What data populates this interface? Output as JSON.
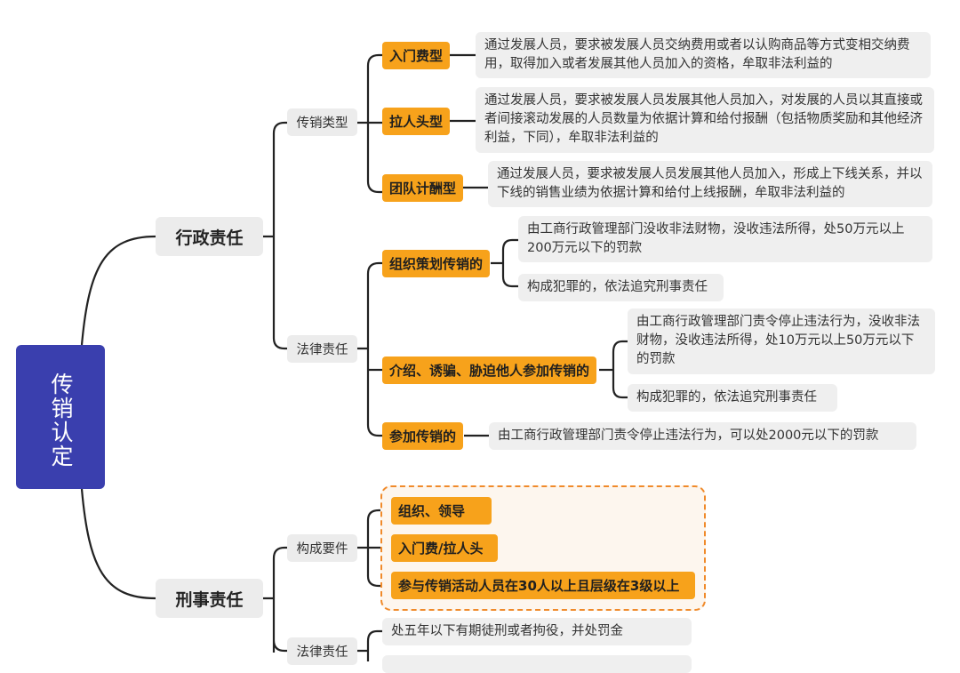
{
  "root": {
    "label": "传销认定"
  },
  "admin": {
    "label": "行政责任",
    "types": {
      "label": "传销类型",
      "items": [
        {
          "tag": "入门费型",
          "desc": "通过发展人员，要求被发展人员交纳费用或者以认购商品等方式变相交纳费用，取得加入或者发展其他人员加入的资格，牟取非法利益的"
        },
        {
          "tag": "拉人头型",
          "desc": "通过发展人员，要求被发展人员发展其他人员加入，对发展的人员以其直接或者间接滚动发展的人员数量为依据计算和给付报酬（包括物质奖励和其他经济利益，下同），牟取非法利益的"
        },
        {
          "tag": "团队计酬型",
          "desc": "通过发展人员，要求被发展人员发展其他人员加入，形成上下线关系，并以下线的销售业绩为依据计算和给付上线报酬，牟取非法利益的"
        }
      ]
    },
    "legal": {
      "label": "法律责任",
      "items": [
        {
          "tag": "组织策划传销的",
          "penalty": "由工商行政管理部门没收非法财物，没收违法所得，处50万元以上200万元以下的罚款",
          "criminal": "构成犯罪的，依法追究刑事责任"
        },
        {
          "tag": "介绍、诱骗、胁迫他人参加传销的",
          "penalty": "由工商行政管理部门责令停止违法行为，没收非法财物，没收违法所得，处10万元以上50万元以下的罚款",
          "criminal": "构成犯罪的，依法追究刑事责任"
        },
        {
          "tag": "参加传销的",
          "penalty": "由工商行政管理部门责令停止违法行为，可以处2000元以下的罚款"
        }
      ]
    }
  },
  "criminal": {
    "label": "刑事责任",
    "elements": {
      "label": "构成要件",
      "items": [
        "组织、领导",
        "入门费/拉人头",
        "参与传销活动人员在30人以上且层级在3级以上"
      ]
    },
    "legal": {
      "label": "法律责任",
      "items": [
        "处五年以下有期徒刑或者拘役，并处罚金"
      ]
    }
  },
  "colors": {
    "root": "#3a3fae",
    "tag": "#f7a21b",
    "dash": "#f08a2a",
    "node_bg": "#ececec",
    "line": "#222222"
  }
}
